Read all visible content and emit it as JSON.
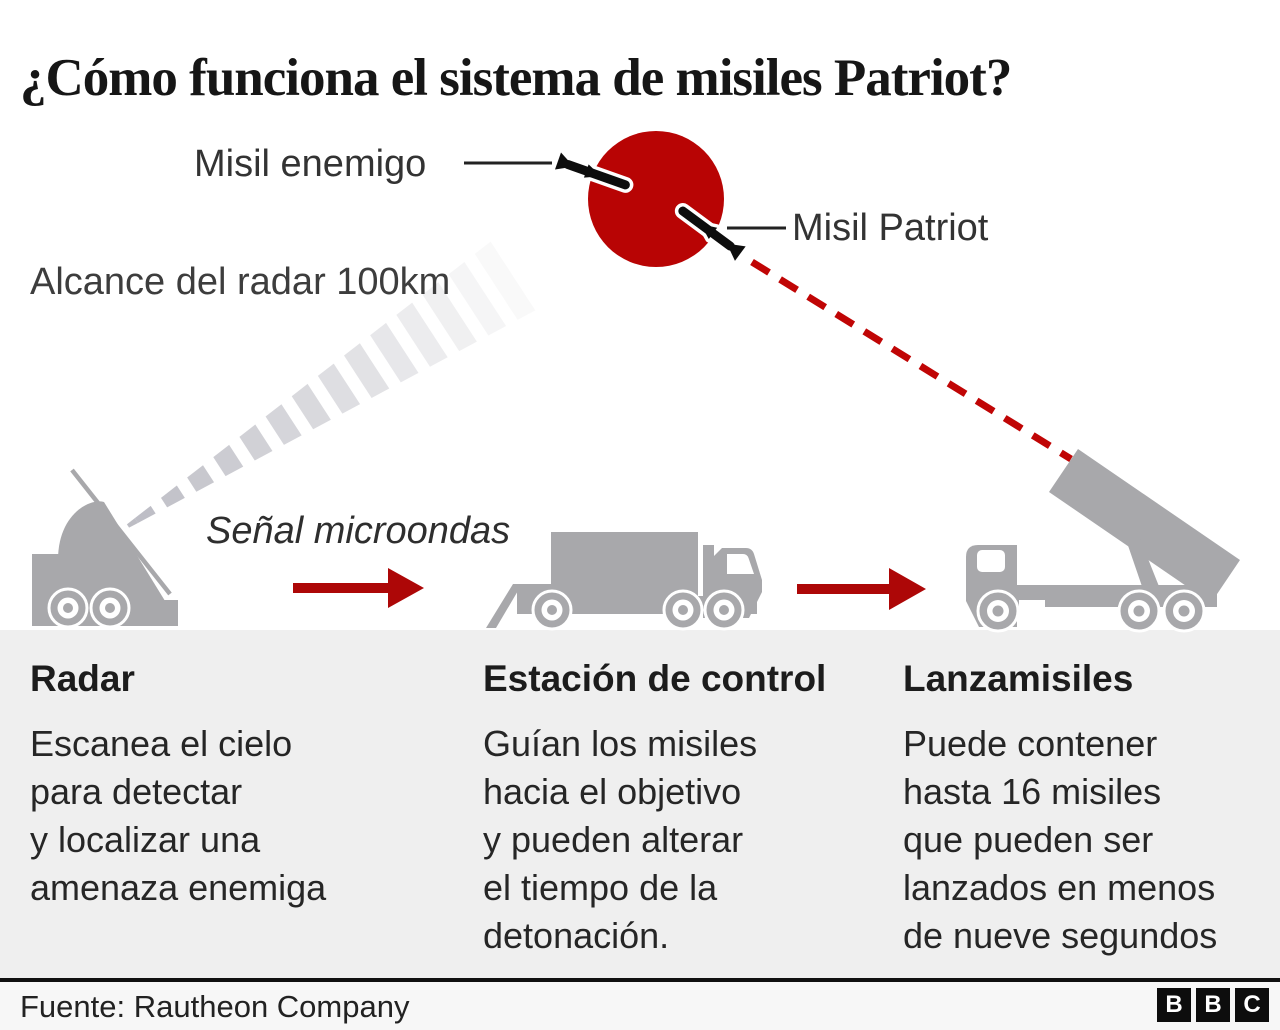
{
  "title": "¿Cómo funciona el sistema de misiles Patriot?",
  "annotations": {
    "enemy_missile": "Misil enemigo",
    "patriot_missile": "Misil Patriot",
    "radar_range": "Alcance del radar 100km",
    "microwave_signal": "Señal microondas"
  },
  "columns": [
    {
      "heading": "Radar",
      "body_lines": [
        "Escanea el cielo",
        "para detectar",
        "y localizar una",
        "amenaza enemiga"
      ]
    },
    {
      "heading": "Estación de control",
      "body_lines": [
        "Guían los misiles",
        "hacia el objetivo",
        "y pueden alterar",
        "el tiempo de la",
        "detonación."
      ]
    },
    {
      "heading": "Lanzamisiles",
      "body_lines": [
        "Puede contener",
        "hasta 16 misiles",
        "que pueden ser",
        "lanzados en menos",
        "de nueve segundos"
      ]
    }
  ],
  "footer": {
    "source": "Fuente: Rautheon Company",
    "logo_letters": [
      "B",
      "B",
      "C"
    ]
  },
  "colors": {
    "red": "#b80404",
    "arrow_red": "#ad0707",
    "dash_red": "#c00505",
    "truck_gray": "#a8a8ab",
    "beam_gray": "#b9b9c1",
    "panel_bg": "#efefef",
    "footer_bg": "#f7f7f7",
    "divider": "#101010"
  }
}
